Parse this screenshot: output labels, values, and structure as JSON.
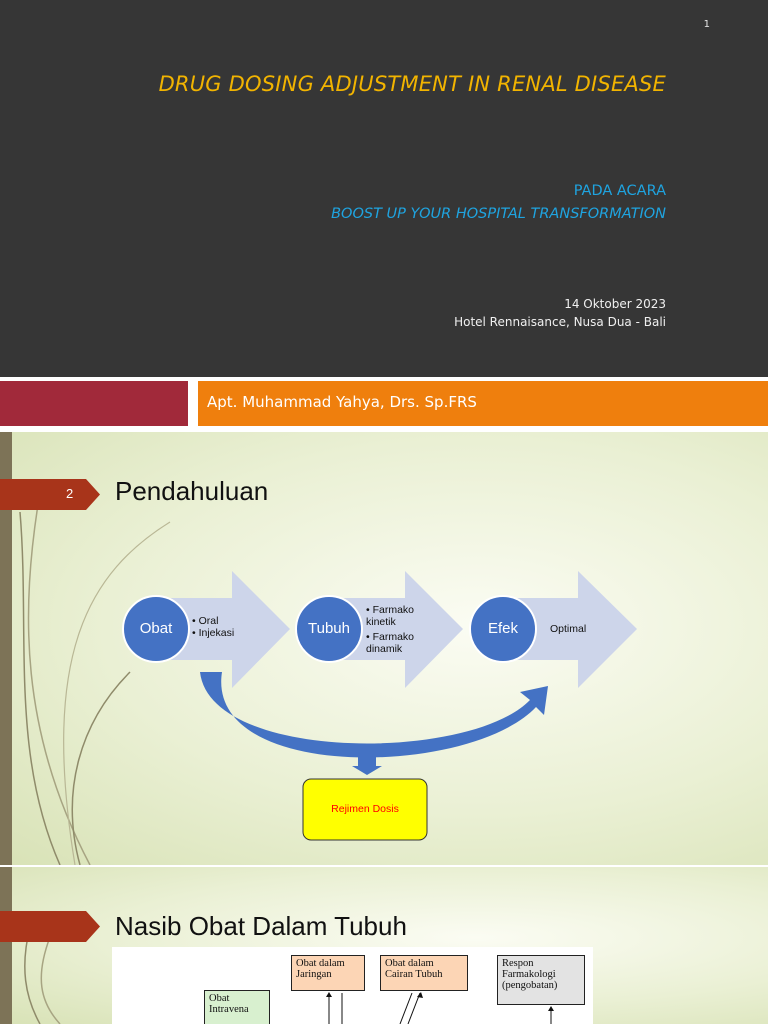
{
  "slide1": {
    "page_number": "1",
    "title": "DRUG DOSING ADJUSTMENT IN RENAL DISEASE",
    "subtitle_line1": "PADA ACARA",
    "subtitle_line2": "BOOST UP YOUR HOSPITAL TRANSFORMATION",
    "date": "14 Oktober 2023",
    "venue": "Hotel Rennaisance, Nusa Dua - Bali",
    "author": "Apt. Muhammad Yahya, Drs. Sp.FRS",
    "colors": {
      "background": "#363636",
      "title": "#f2b400",
      "subtitle": "#1fa4e0",
      "red_bar": "#a1293a",
      "orange_bar": "#ef7f0d"
    }
  },
  "slide2": {
    "number": "2",
    "title": "Pendahuluan",
    "nodes": [
      {
        "label": "Obat",
        "bullets": [
          "Oral",
          "Injekasi"
        ]
      },
      {
        "label": "Tubuh",
        "bullets": [
          "Farmako kinetik",
          "Farmako dinamik"
        ]
      },
      {
        "label": "Efek",
        "bullets": [
          "Optimal"
        ]
      }
    ],
    "result_box": "Rejimen Dosis",
    "colors": {
      "circle": "#4472c4",
      "arrow": "#cdd5ea",
      "result_fill": "#ffff00",
      "result_text": "#ff0000"
    }
  },
  "slide3": {
    "title": "Nasib Obat Dalam Tubuh",
    "boxes": {
      "jaringan": [
        "Obat dalam",
        "Jaringan"
      ],
      "cairan": [
        "Obat dalam",
        "Cairan Tubuh"
      ],
      "respon": [
        "Respon",
        "Farmakologi",
        "(pengobatan)"
      ],
      "intravena": [
        "Obat",
        "Intravena"
      ]
    }
  }
}
